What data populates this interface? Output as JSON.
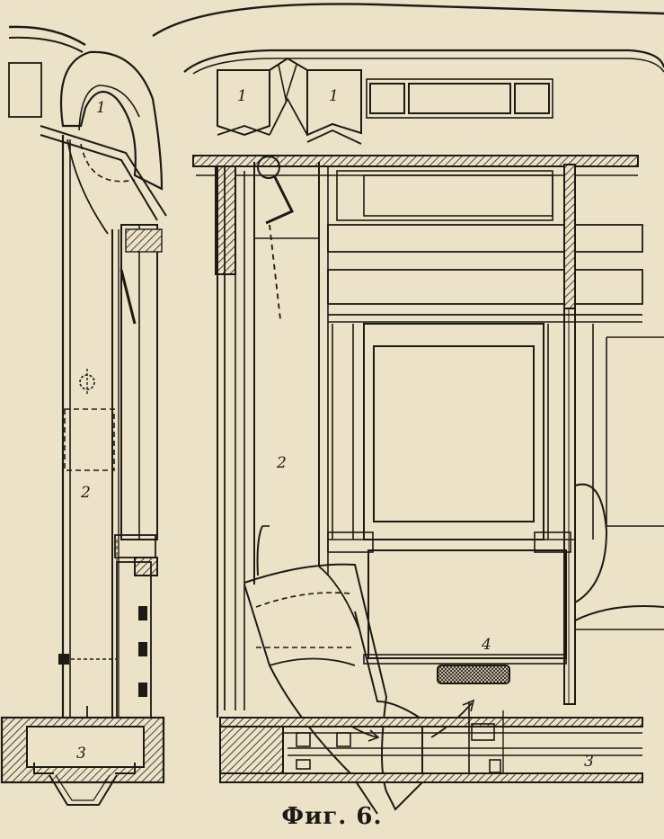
{
  "caption": "Фиг. 6.",
  "labels": {
    "left_inlet": "1",
    "left_duct": "2",
    "left_underfloor": "3",
    "right_inlet_a": "1",
    "right_inlet_b": "1",
    "right_duct": "2",
    "right_underfloor": "3",
    "heater_grille": "4"
  },
  "colors": {
    "paper": "#ece2c8",
    "ink": "#1d1a14"
  }
}
